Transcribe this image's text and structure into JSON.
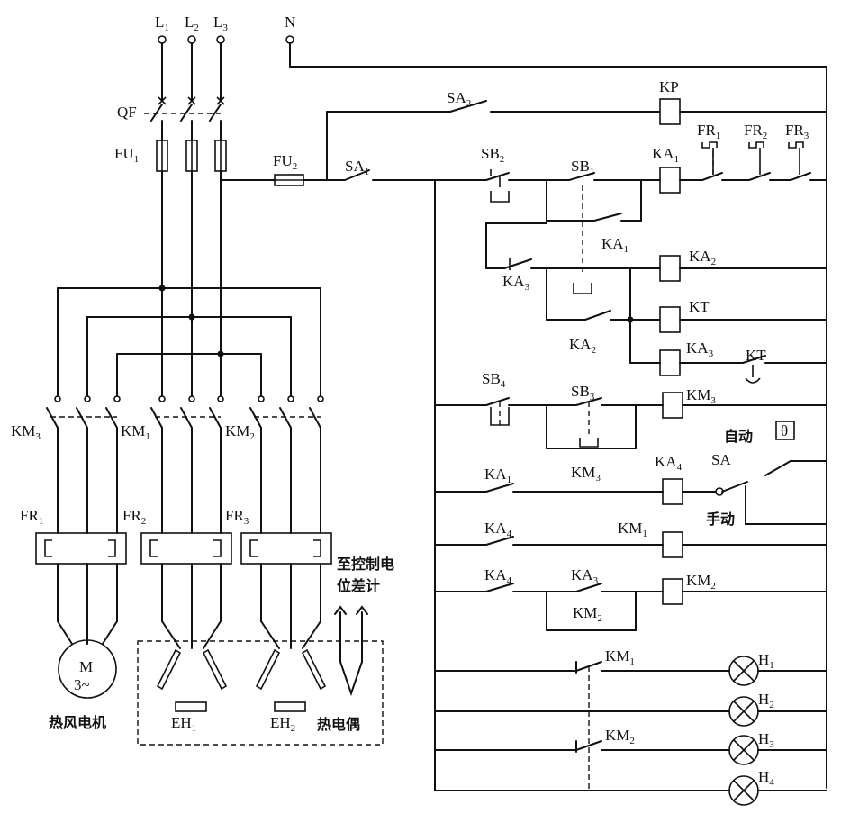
{
  "labels": {
    "L1": {
      "main": "L",
      "sub": "1"
    },
    "L2": {
      "main": "L",
      "sub": "2"
    },
    "L3": {
      "main": "L",
      "sub": "3"
    },
    "N": {
      "main": "N"
    },
    "QF": {
      "main": "QF"
    },
    "FU1": {
      "main": "FU",
      "sub": "1"
    },
    "FU2": {
      "main": "FU",
      "sub": "2"
    },
    "SA1": {
      "main": "SA",
      "sub": "1"
    },
    "SA2": {
      "main": "SA",
      "sub": "2"
    },
    "KP": {
      "main": "KP"
    },
    "FR1_top": {
      "main": "FR",
      "sub": "1"
    },
    "FR2_top": {
      "main": "FR",
      "sub": "2"
    },
    "FR3_top": {
      "main": "FR",
      "sub": "3"
    },
    "SB2": {
      "main": "SB",
      "sub": "2"
    },
    "SB1": {
      "main": "SB",
      "sub": "1"
    },
    "KA1_coil": {
      "main": "KA",
      "sub": "1"
    },
    "KA1_contact": {
      "main": "KA",
      "sub": "1"
    },
    "KA3_contact": {
      "main": "KA",
      "sub": "3"
    },
    "KA2_coil": {
      "main": "KA",
      "sub": "2"
    },
    "KT_coil": {
      "main": "KT"
    },
    "KA2_contact": {
      "main": "KA",
      "sub": "2"
    },
    "KA3_coil": {
      "main": "KA",
      "sub": "3"
    },
    "KT_contact": {
      "main": "KT"
    },
    "SB4": {
      "main": "SB",
      "sub": "4"
    },
    "SB3": {
      "main": "SB",
      "sub": "3"
    },
    "KM3_coil": {
      "main": "KM",
      "sub": "3"
    },
    "KM3_contact": {
      "main": "KM",
      "sub": "3"
    },
    "auto": {
      "main": "自动"
    },
    "theta": {
      "main": "θ"
    },
    "SA": {
      "main": "SA"
    },
    "manual": {
      "main": "手动"
    },
    "KA1_c2": {
      "main": "KA",
      "sub": "1"
    },
    "KA4_coil": {
      "main": "KA",
      "sub": "4"
    },
    "KA4_c1": {
      "main": "KA",
      "sub": "4"
    },
    "KM1_coil": {
      "main": "KM",
      "sub": "1"
    },
    "KA4_c2": {
      "main": "KA",
      "sub": "4"
    },
    "KA3_c2": {
      "main": "KA",
      "sub": "3"
    },
    "KM2_coil": {
      "main": "KM",
      "sub": "2"
    },
    "KM2_contact": {
      "main": "KM",
      "sub": "2"
    },
    "KM1_lamp": {
      "main": "KM",
      "sub": "1"
    },
    "KM2_lamp": {
      "main": "KM",
      "sub": "2"
    },
    "H1": {
      "main": "H",
      "sub": "1"
    },
    "H2": {
      "main": "H",
      "sub": "2"
    },
    "H3": {
      "main": "H",
      "sub": "3"
    },
    "H4": {
      "main": "H",
      "sub": "4"
    },
    "KM3_main": {
      "main": "KM",
      "sub": "3"
    },
    "KM1_main": {
      "main": "KM",
      "sub": "1"
    },
    "KM2_main": {
      "main": "KM",
      "sub": "2"
    },
    "FR1": {
      "main": "FR",
      "sub": "1"
    },
    "FR2": {
      "main": "FR",
      "sub": "2"
    },
    "FR3": {
      "main": "FR",
      "sub": "3"
    },
    "motor_M": {
      "main": "M"
    },
    "motor_phase": {
      "main": "3~"
    },
    "EH1": {
      "main": "EH",
      "sub": "1"
    },
    "EH2": {
      "main": "EH",
      "sub": "2"
    },
    "to_ctrl_1": {
      "main": "至控制电"
    },
    "to_ctrl_2": {
      "main": "位差计"
    },
    "motor_caption": {
      "main": "热风电机"
    },
    "tc_caption": {
      "main": "热电偶"
    }
  }
}
